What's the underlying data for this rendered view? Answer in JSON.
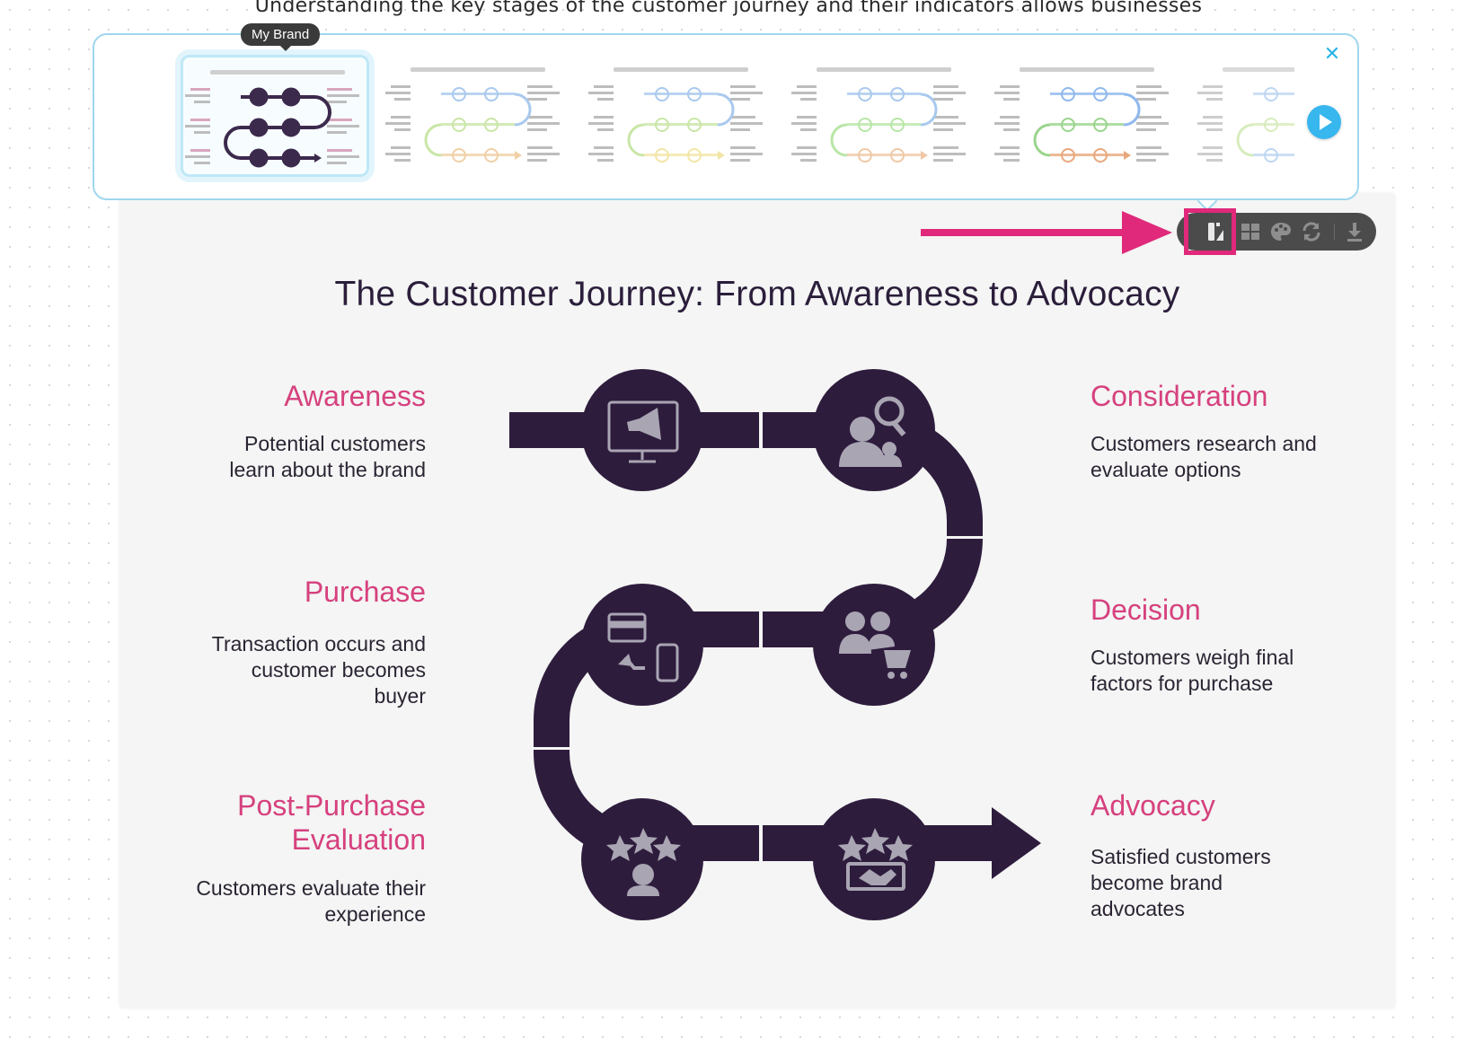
{
  "caption": "Understanding the key stages of the customer journey and their indicators allows businesses",
  "variant_panel": {
    "tooltip": "My Brand",
    "close_icon": "close-icon",
    "play_icon": "play-icon",
    "thumb_palettes": [
      [
        "#3c2a4d",
        "#d9a6bf"
      ],
      [
        "#a9c9ee",
        "#c9e6a6",
        "#f0d0a6"
      ],
      [
        "#a9c9ee",
        "#c9e6a6",
        "#f2e6a6"
      ],
      [
        "#a9c9ee",
        "#b8e6a6",
        "#f0c8a6"
      ],
      [
        "#8fb8ee",
        "#9ad48c",
        "#e8a87c"
      ],
      [
        "#a9c9ee",
        "#c9e6a6"
      ]
    ]
  },
  "toolbar": {
    "items": [
      "layout-variant-icon",
      "grid-icon",
      "palette-icon",
      "refresh-icon",
      "download-icon"
    ]
  },
  "slide": {
    "title": "The Customer Journey: From Awareness to Advocacy",
    "colors": {
      "path": "#2e1c3d",
      "accent": "#d6417e",
      "icon": "#a9a5b3"
    },
    "stages": [
      {
        "name": "Awareness",
        "desc": [
          "Potential customers",
          "learn about the brand"
        ],
        "icon": "megaphone-monitor-icon"
      },
      {
        "name": "Consideration",
        "desc": [
          "Customers research and",
          "evaluate options"
        ],
        "icon": "person-search-icon"
      },
      {
        "name": "Purchase",
        "desc": [
          "Transaction occurs and",
          "customer becomes",
          "buyer"
        ],
        "icon": "card-phone-icon"
      },
      {
        "name": "Decision",
        "desc": [
          "Customers weigh final",
          "factors for purchase"
        ],
        "icon": "people-cart-icon"
      },
      {
        "name": [
          "Post-Purchase",
          "Evaluation"
        ],
        "desc": [
          "Customers evaluate their",
          "experience"
        ],
        "icon": "stars-person-icon"
      },
      {
        "name": "Advocacy",
        "desc": [
          "Satisfied customers",
          "become brand",
          "advocates"
        ],
        "icon": "stars-handshake-icon"
      }
    ]
  }
}
